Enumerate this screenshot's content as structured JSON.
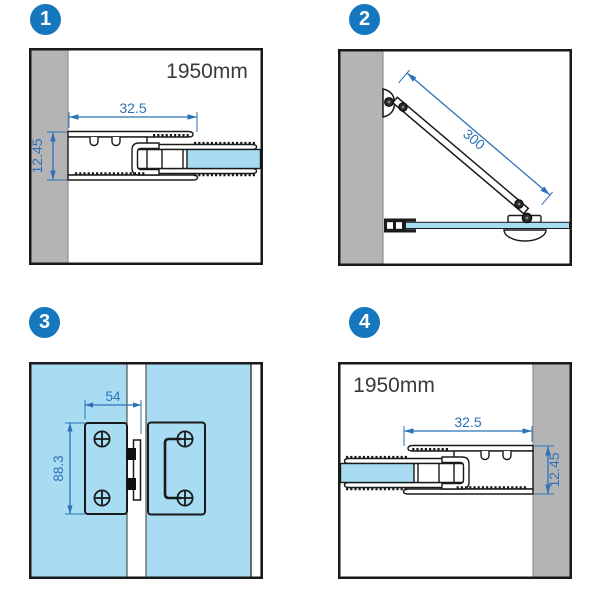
{
  "title": "Shower screen hardware detail diagram",
  "colors": {
    "badge_blue": "#1577bd",
    "dimension_blue": "#2d72b8",
    "glass_blue": "#a8dcf2",
    "wall_gray": "#b4b4b4",
    "line_black": "#1a1a1a",
    "label_dark": "#3a3a3a",
    "background": "#ffffff"
  },
  "panels": [
    {
      "number": "1",
      "height_label": "1950mm",
      "width_dim": "32.5",
      "thickness_dim": "12.45"
    },
    {
      "number": "2",
      "bar_length_dim": "300"
    },
    {
      "number": "3",
      "hinge_width_dim": "54",
      "hinge_height_dim": "88.3"
    },
    {
      "number": "4",
      "height_label": "1950mm",
      "width_dim": "32.5",
      "thickness_dim": "12.45"
    }
  ]
}
